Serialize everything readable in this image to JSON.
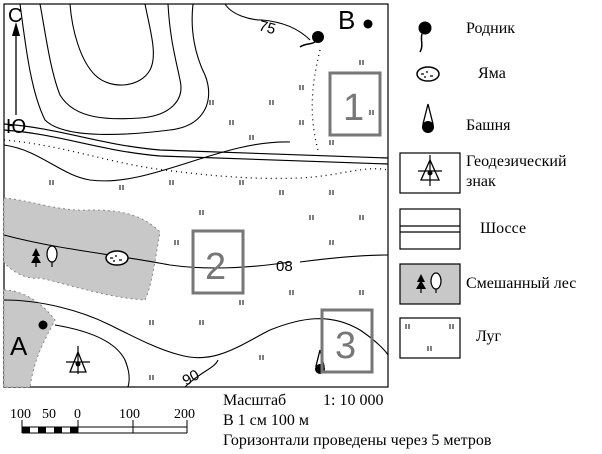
{
  "map": {
    "north_label": "С",
    "south_label": "Ю",
    "point_a": "A",
    "point_b": "В",
    "box_1": "1",
    "box_2": "2",
    "box_3": "3",
    "contour_75": "75",
    "contour_80": "08",
    "contour_90": "90"
  },
  "legend": {
    "spring": "Родник",
    "pit": "Яма",
    "tower": "Башня",
    "geodetic_line1": "Геодезический",
    "geodetic_line2": "знак",
    "highway": "Шоссе",
    "mixed_forest": "Смешанный лес",
    "meadow": "Луг"
  },
  "scale": {
    "label": "Масштаб",
    "ratio": "1: 10 000",
    "per_cm": "В 1 см 100 м",
    "contours_note": "Горизонтали проведены через 5 метров",
    "ticks": [
      "100",
      "50",
      "0",
      "100",
      "200"
    ]
  }
}
